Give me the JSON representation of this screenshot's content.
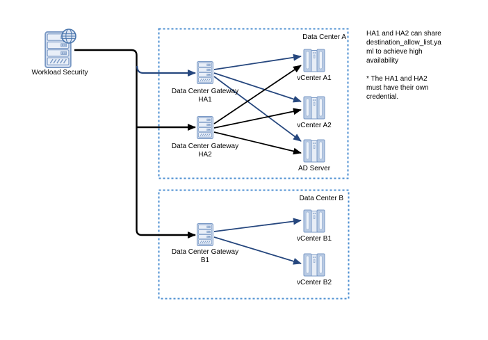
{
  "colors": {
    "arrow_blue": "#26477e",
    "arrow_black": "#000000",
    "box_border": "#4d8fd2",
    "icon_border": "#7a99c5",
    "text": "#000000"
  },
  "boxes": {
    "datacenter_a": {
      "label": "Data Center A"
    },
    "datacenter_b": {
      "label": "Data Center B"
    }
  },
  "nodes": {
    "workload_security": {
      "label": "Workload Security"
    },
    "gateway_ha1": {
      "label_line1": "Data Center Gateway",
      "label_line2": "HA1"
    },
    "gateway_ha2": {
      "label_line1": "Data Center Gateway",
      "label_line2": "HA2"
    },
    "gateway_b1": {
      "label_line1": "Data Center Gateway",
      "label_line2": "B1"
    },
    "vcenter_a1": {
      "label": "vCenter A1"
    },
    "vcenter_a2": {
      "label": "vCenter A2"
    },
    "ad_server": {
      "label": "AD Server"
    },
    "vcenter_b1": {
      "label": "vCenter B1"
    },
    "vcenter_b2": {
      "label": "vCenter B2"
    }
  },
  "annotation": {
    "lines": [
      "HA1 and HA2 can share",
      "destination_allow_list.ya",
      "ml to achieve high",
      "availability",
      "* The HA1 and HA2",
      "must have their own",
      "credential."
    ]
  }
}
